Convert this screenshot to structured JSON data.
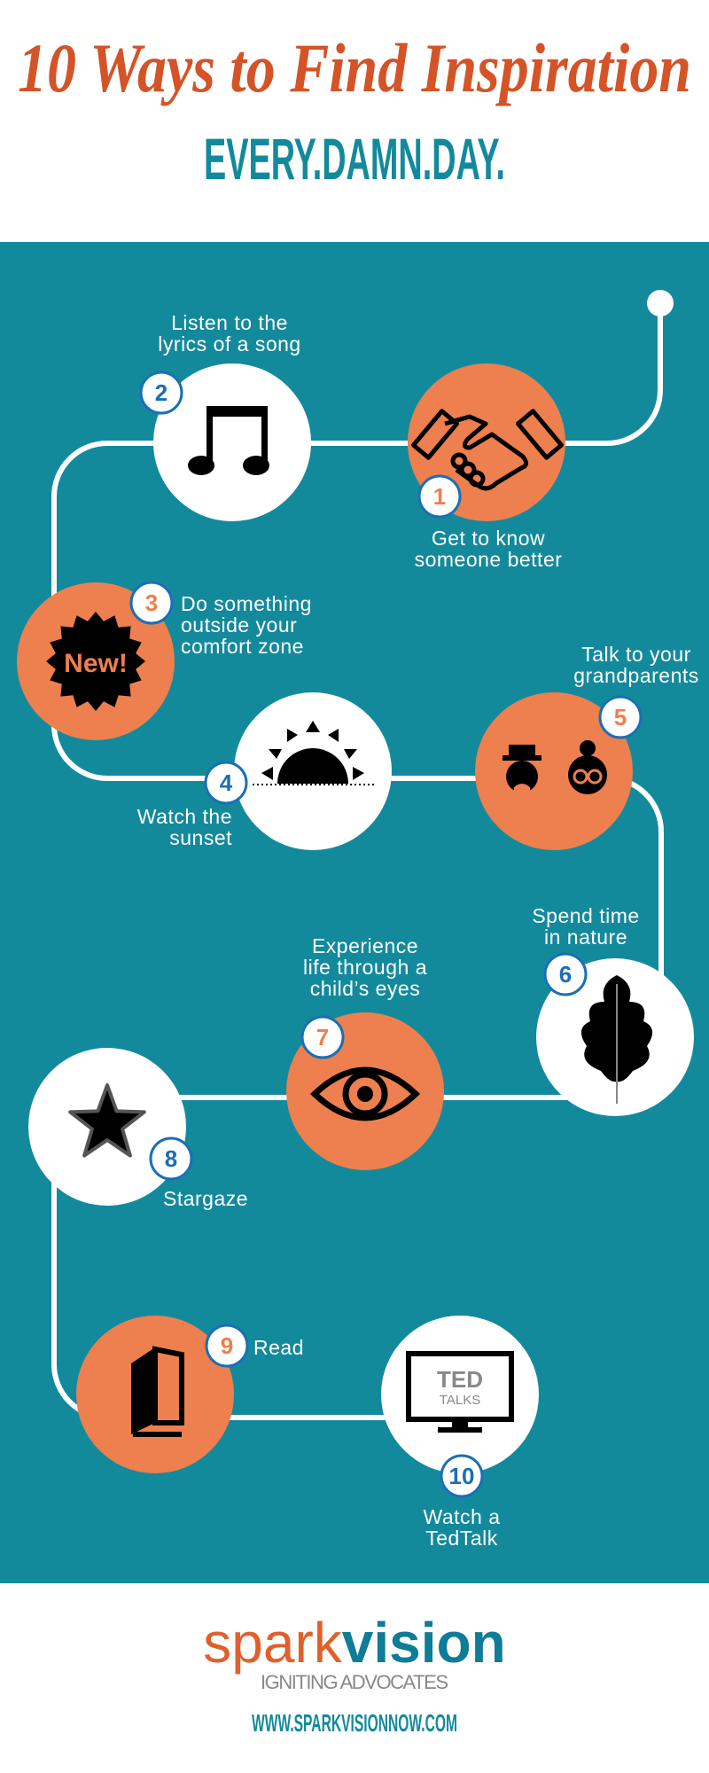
{
  "header": {
    "title": "10 Ways to Find Inspiration",
    "subtitle": "EVERY.DAMN.DAY."
  },
  "colors": {
    "teal": "#138A9C",
    "orange": "#EE7F4E",
    "title_orange": "#D45327",
    "badge_blue": "#1A6FB5",
    "white": "#FFFFFF",
    "black": "#000000"
  },
  "steps": [
    {
      "number": "1",
      "lines": [
        "Get to know",
        "someone better"
      ],
      "icon": "handshake-icon"
    },
    {
      "number": "2",
      "lines": [
        "Listen to the",
        "lyrics of a song"
      ],
      "icon": "music-note-icon"
    },
    {
      "number": "3",
      "lines": [
        "Do something",
        "outside your",
        "comfort zone"
      ],
      "icon": "new-badge-icon",
      "icon_text": "New!"
    },
    {
      "number": "4",
      "lines": [
        "Watch the",
        "sunset"
      ],
      "icon": "sunset-icon"
    },
    {
      "number": "5",
      "lines": [
        "Talk to your",
        "grandparents"
      ],
      "icon": "grandparents-icon"
    },
    {
      "number": "6",
      "lines": [
        "Spend time",
        "in nature"
      ],
      "icon": "leaf-icon"
    },
    {
      "number": "7",
      "lines": [
        "Experience",
        "life through a",
        "child’s eyes"
      ],
      "icon": "eye-icon"
    },
    {
      "number": "8",
      "lines": [
        "Stargaze"
      ],
      "icon": "star-icon"
    },
    {
      "number": "9",
      "lines": [
        "Read"
      ],
      "icon": "book-icon"
    },
    {
      "number": "10",
      "lines": [
        "Watch a",
        "TedTalk"
      ],
      "icon": "tv-icon",
      "icon_text": [
        "TED",
        "TALKS"
      ]
    }
  ],
  "footer": {
    "logo_part1": "spark",
    "logo_part2": "vision",
    "tagline": "IGNITING ADVOCATES",
    "url": "WWW.SPARKVISIONNOW.COM"
  }
}
